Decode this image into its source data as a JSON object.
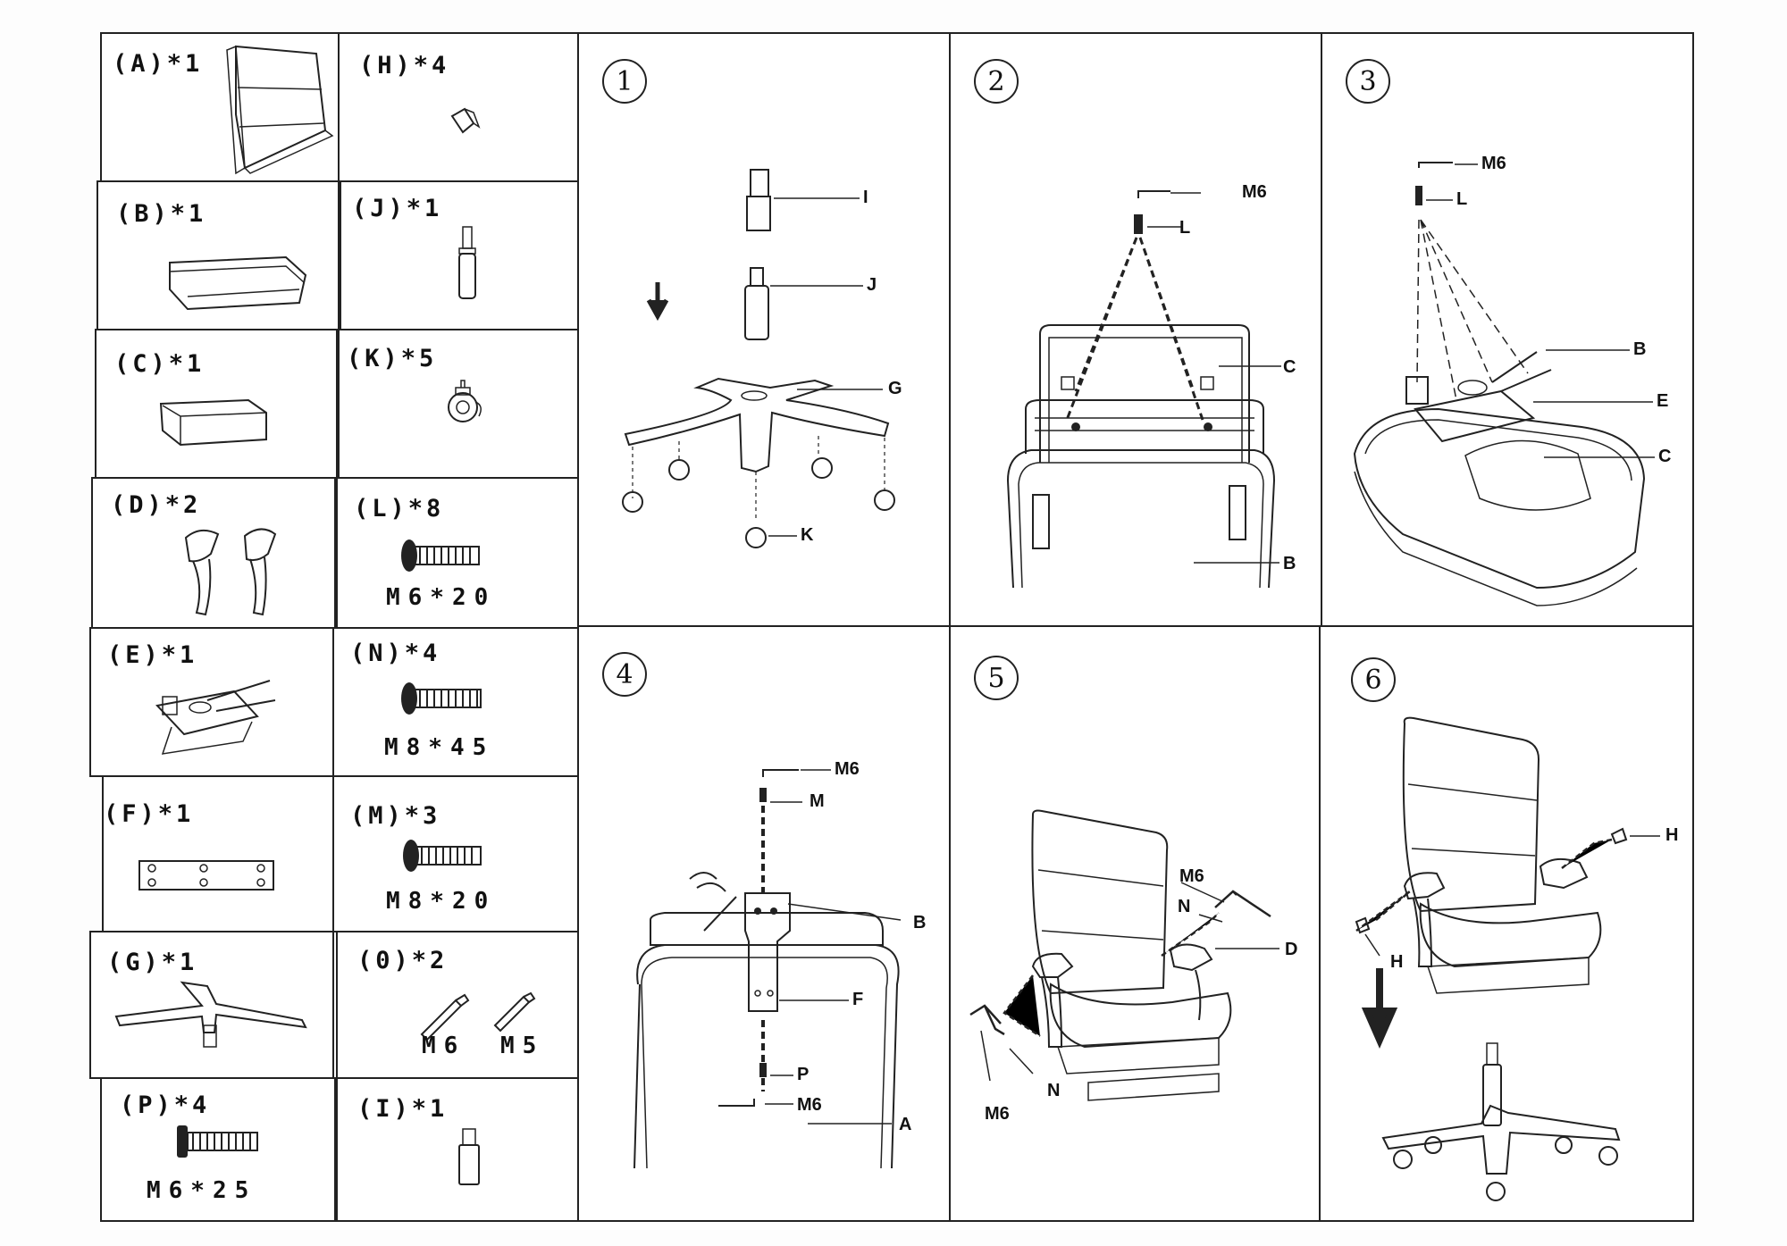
{
  "parts": [
    {
      "id": "A",
      "label": "(A)*1"
    },
    {
      "id": "B",
      "label": "(B)*1"
    },
    {
      "id": "C",
      "label": "(C)*1"
    },
    {
      "id": "D",
      "label": "(D)*2"
    },
    {
      "id": "E",
      "label": "(E)*1"
    },
    {
      "id": "F",
      "label": "(F)*1"
    },
    {
      "id": "G",
      "label": "(G)*1"
    },
    {
      "id": "P",
      "label": "(P)*4",
      "spec": "M6*25"
    },
    {
      "id": "H",
      "label": "(H)*4"
    },
    {
      "id": "J",
      "label": "(J)*1"
    },
    {
      "id": "K",
      "label": "(K)*5"
    },
    {
      "id": "L",
      "label": "(L)*8",
      "spec": "M6*20"
    },
    {
      "id": "N",
      "label": "(N)*4",
      "spec": "M8*45"
    },
    {
      "id": "M",
      "label": "(M)*3",
      "spec": "M8*20"
    },
    {
      "id": "O",
      "label": "(0)*2",
      "spec_a": "M6",
      "spec_b": "M5"
    },
    {
      "id": "I",
      "label": "(I)*1"
    }
  ],
  "steps": [
    {
      "number": "1",
      "callouts": [
        "I",
        "J",
        "G",
        "K"
      ]
    },
    {
      "number": "2",
      "callouts": [
        "M6",
        "L",
        "C",
        "B"
      ]
    },
    {
      "number": "3",
      "callouts": [
        "M6",
        "L",
        "B",
        "E",
        "C"
      ]
    },
    {
      "number": "4",
      "callouts": [
        "M6",
        "M",
        "B",
        "F",
        "P",
        "M6",
        "A"
      ]
    },
    {
      "number": "5",
      "callouts": [
        "M6",
        "N",
        "D",
        "M6",
        "N"
      ]
    },
    {
      "number": "6",
      "callouts": [
        "H",
        "H"
      ]
    }
  ]
}
